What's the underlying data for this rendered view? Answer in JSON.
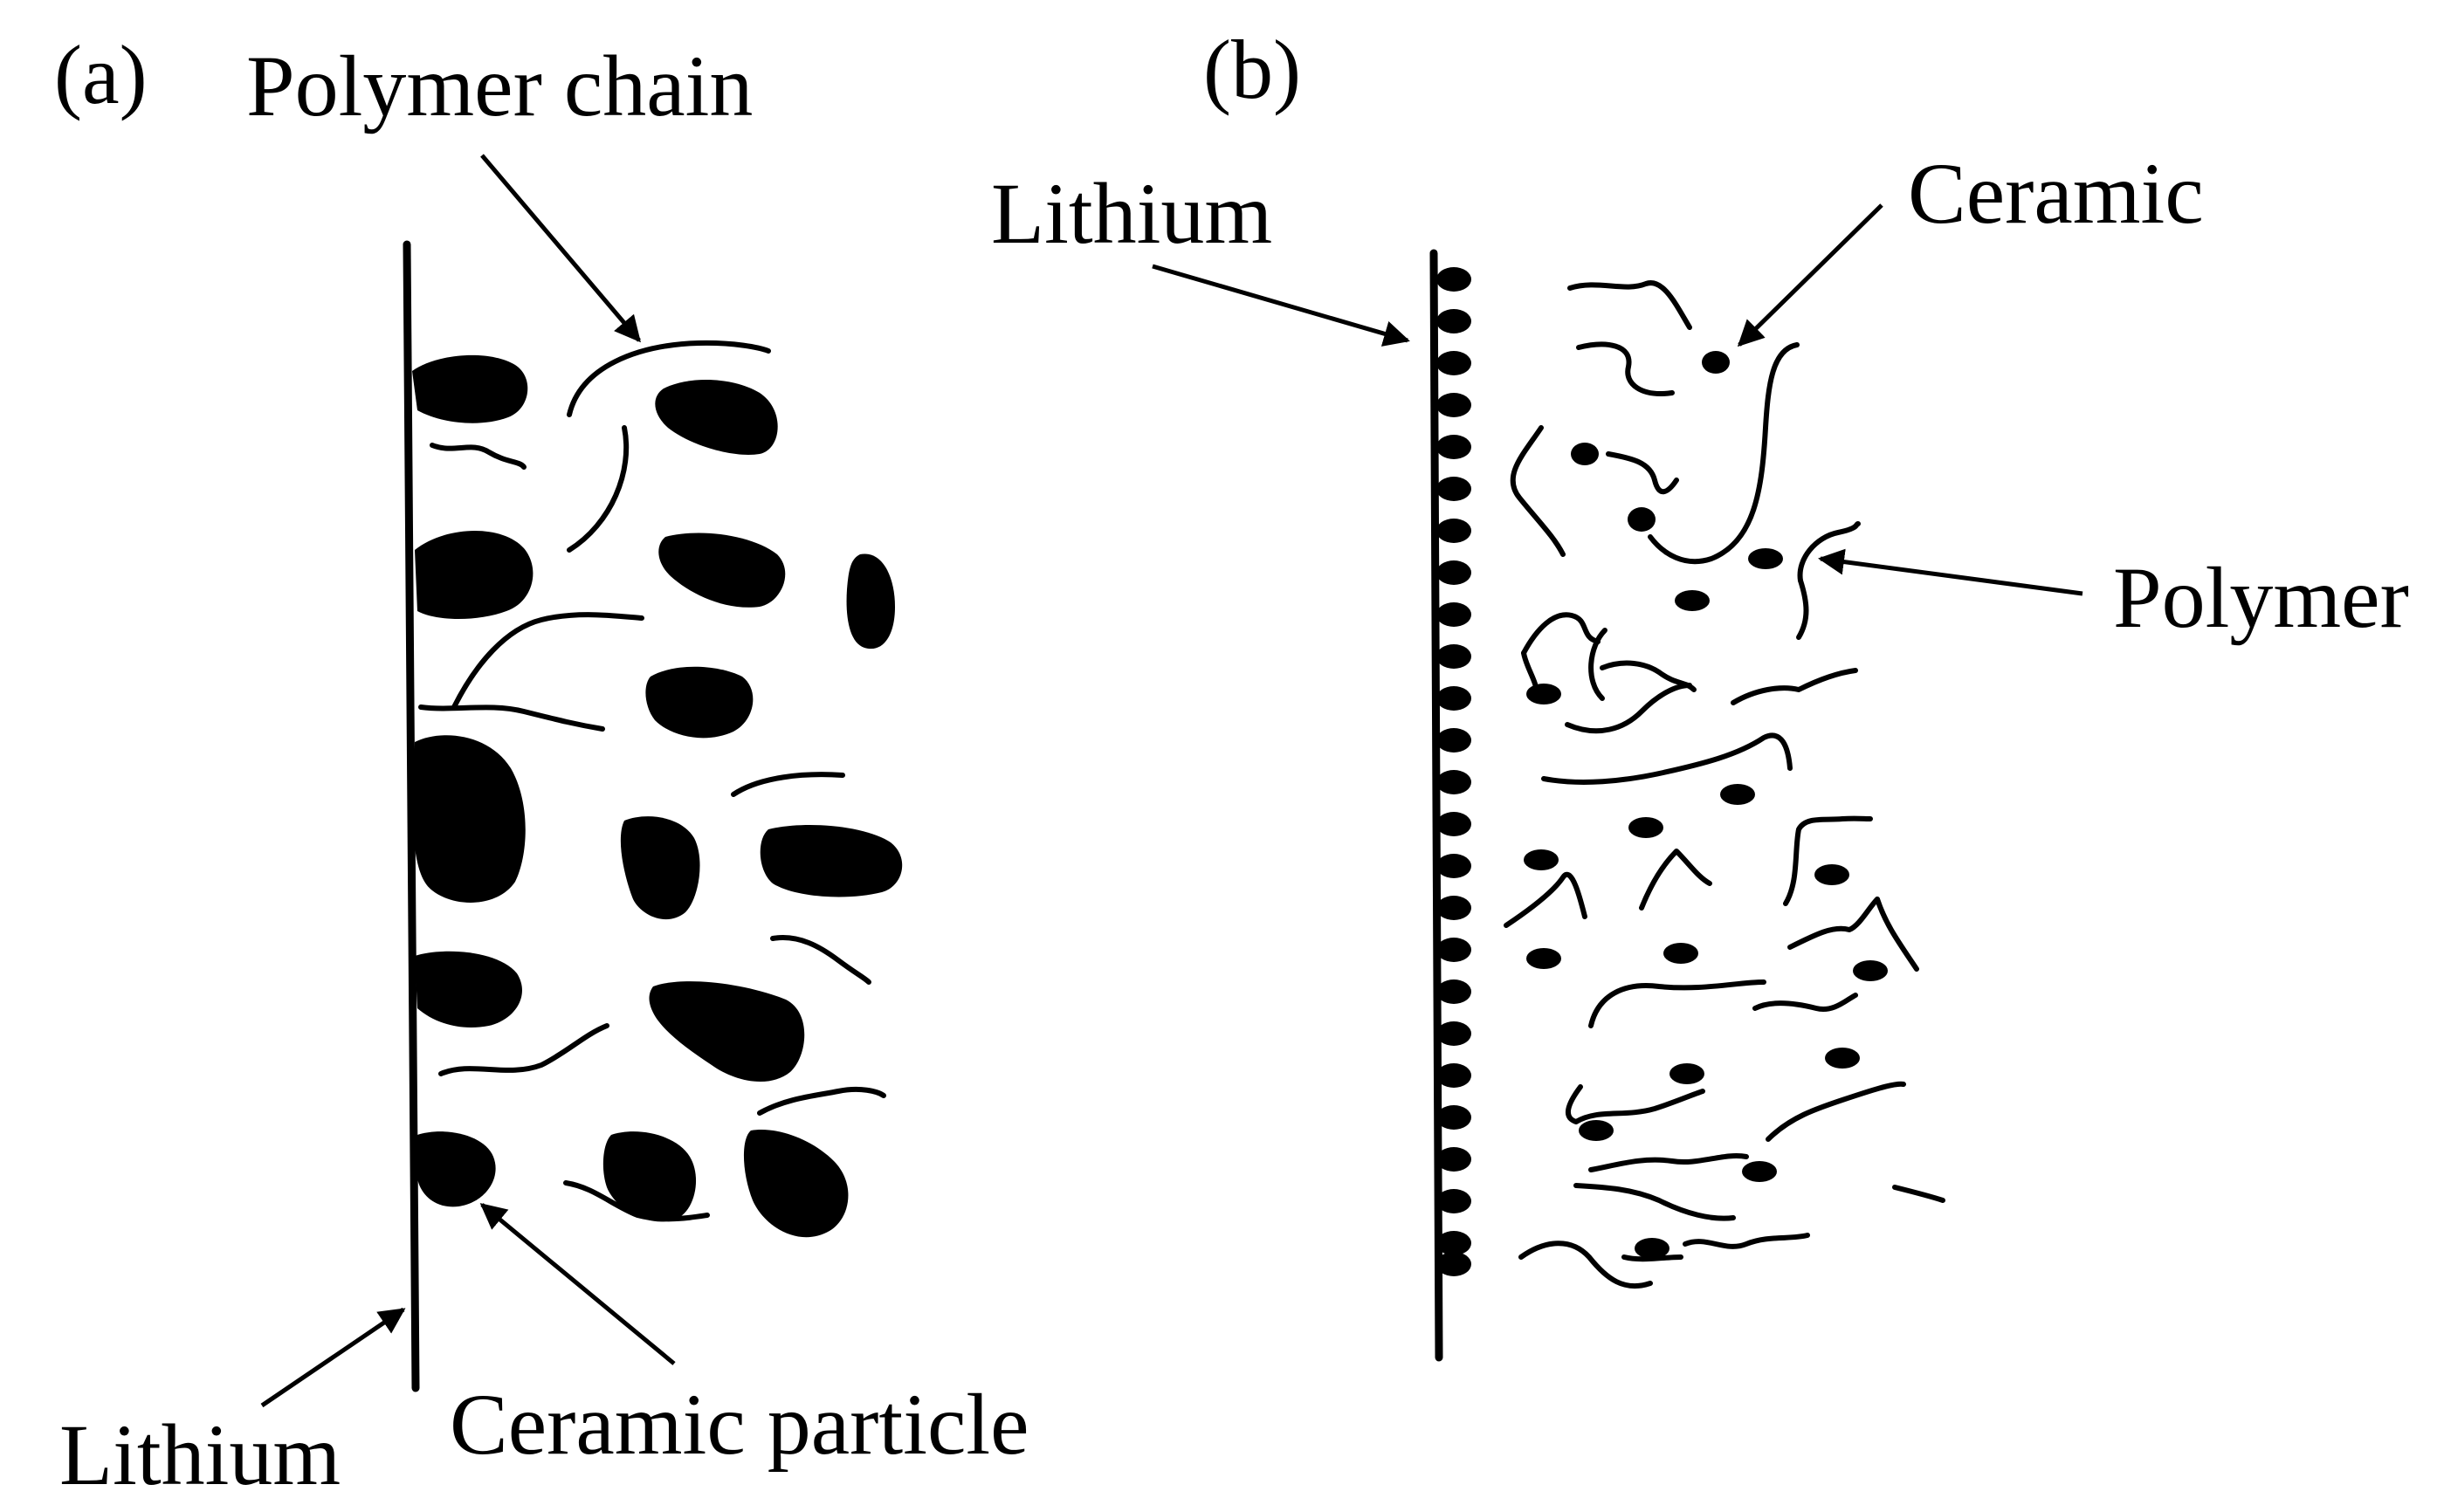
{
  "panel_a": {
    "tag": "(a)",
    "labels": {
      "polymer_chain": "Polymer chain",
      "lithium": "Lithium",
      "ceramic_particle": "Ceramic particle"
    }
  },
  "panel_b": {
    "tag": "(b)",
    "labels": {
      "lithium": "Lithium",
      "ceramic": "Ceramic",
      "polymer": "Polymer"
    }
  },
  "colors": {
    "ink": "#000000",
    "background": "#ffffff"
  }
}
